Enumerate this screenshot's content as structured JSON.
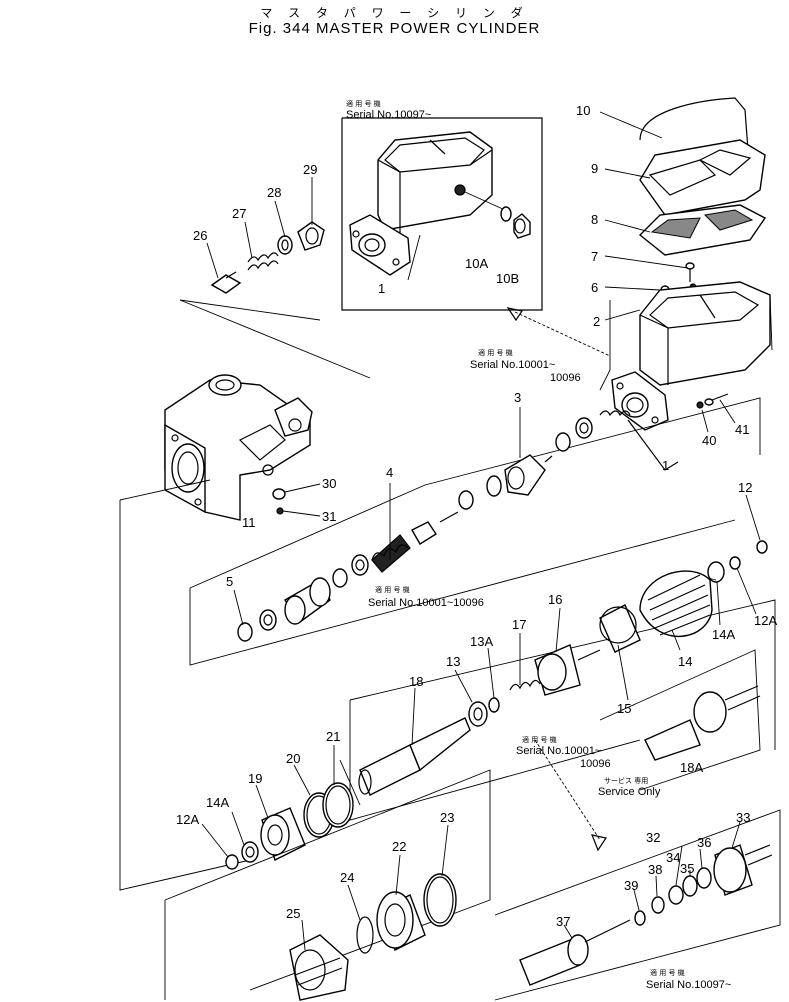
{
  "title": {
    "japanese": "マ ス タ パ ワ ー シ リ ン ダ",
    "english": "Fig. 344 MASTER POWER CYLINDER"
  },
  "serial_notes": [
    {
      "jp": "適 用 号 機",
      "text": "Serial No.10097~"
    },
    {
      "jp": "適 用 号 機",
      "text": "Serial No.10001~",
      "text2": "10096"
    },
    {
      "jp": "適 用 号 機",
      "text": "Serial No.10001~10096"
    },
    {
      "jp": "適 用 号 機",
      "text": "Serial No.10001~",
      "text2": "10096"
    },
    {
      "jp": "サービス 専用",
      "text": "Service Only"
    },
    {
      "jp": "適 用 号 機",
      "text": "Serial No.10097~"
    }
  ],
  "part_numbers": [
    "1",
    "1",
    "2",
    "3",
    "4",
    "5",
    "6",
    "7",
    "8",
    "9",
    "10",
    "10A",
    "10B",
    "11",
    "12",
    "12A",
    "12A",
    "13",
    "13A",
    "14",
    "14A",
    "14A",
    "15",
    "16",
    "17",
    "18",
    "18A",
    "19",
    "20",
    "21",
    "22",
    "23",
    "24",
    "25",
    "26",
    "27",
    "28",
    "29",
    "30",
    "31",
    "32",
    "33",
    "34",
    "35",
    "36",
    "37",
    "38",
    "39",
    "40",
    "41"
  ]
}
